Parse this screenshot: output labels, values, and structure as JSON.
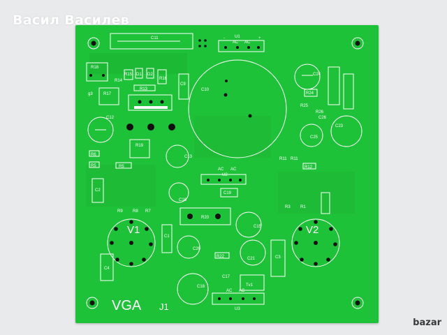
{
  "watermark": "Васил Василев",
  "board": {
    "color": "#1ec238",
    "silk_color": "#ffffff",
    "title": "VGA",
    "connector": "J1",
    "tubes": [
      "V1",
      "V2"
    ],
    "labels": {
      "c11": "C11",
      "u1": "U1",
      "u1_ac1": "AC",
      "u1_ac2": "AC",
      "u1_minus": "-",
      "u1_plus": "+",
      "r18": "R18",
      "r15": "R15",
      "r14": "R14",
      "d1": "D1",
      "d2": "D2",
      "r13": "R13",
      "r16": "R16",
      "c9": "C9",
      "r17": "R17",
      "c10": "C10",
      "c24": "C24",
      "c12": "C12",
      "r19": "R19",
      "c13": "C13",
      "r6": "R6",
      "r5": "R5",
      "r5b": "R5",
      "r24": "R24",
      "r25": "R25",
      "r26": "R26",
      "c26": "C26",
      "c25": "C25",
      "c23": "C23",
      "r11": "R11",
      "r11b": "R11",
      "r12": "R12",
      "c2": "C2",
      "u2_ac1": "AC",
      "u2_ac2": "AC",
      "u2": "U2",
      "c19": "C19",
      "c16": "C16",
      "r20": "R20",
      "c15": "C15",
      "r9": "R9",
      "r8": "R8",
      "r7": "R7",
      "r3": "R3",
      "r1": "R1",
      "c1": "C1",
      "c20": "C20",
      "r22": "R22",
      "c21": "C21",
      "c3": "C3",
      "c4": "C4",
      "c18": "C18",
      "c17": "C17",
      "u3": "U3",
      "u3_ac1": "AC",
      "u3_ac2": "AC",
      "tv1": "Tv1",
      "g3": "g3"
    }
  },
  "brand": "bazar"
}
